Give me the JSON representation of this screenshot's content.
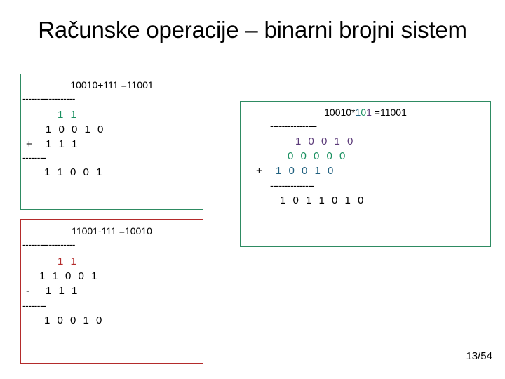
{
  "slide": {
    "title": "Računske operacije – binarni brojni sistem",
    "page_number": "13/54",
    "background_color": "#ffffff",
    "text_color": "#000000"
  },
  "colors": {
    "box_green_border": "#2e8b62",
    "box_red_border": "#b42b2b",
    "carry_green": "#1a9060",
    "carry_red": "#b42b2b",
    "digit_purple": "#5b3a79",
    "digit_green": "#1a9060",
    "digit_blue": "#20607f",
    "digit_black": "#000000"
  },
  "boxes": {
    "addition": {
      "title": "10010+111 =11001",
      "border_color": "#2e8b62",
      "rule_top": "------------------",
      "rule_mid": "--------",
      "carry": "1 1",
      "carry_color": "#1a9060",
      "operand_1": "1 0 0 1 0",
      "operator": "+",
      "operand_2": "1 1 1",
      "result": "1 1 0 0 1"
    },
    "multiplication": {
      "title_prefix": "10010*",
      "title_d1": "1",
      "title_d2": "0",
      "title_d3": "1",
      "title_suffix": " =11001",
      "border_color": "#2e8b62",
      "rule_top": "----------------",
      "rule_mid": "---------------",
      "partial_1": "1 0 0 1 0",
      "partial_1_color": "#5b3a79",
      "partial_2": "0 0 0 0 0",
      "partial_2_color": "#1a9060",
      "operator": "+",
      "partial_3": "1 0 0 1 0",
      "partial_3_color": "#20607f",
      "result": "1 0 1 1 0 1 0"
    },
    "subtraction": {
      "title": "11001-111 =10010",
      "border_color": "#b42b2b",
      "rule_top": "------------------",
      "rule_mid": "--------",
      "carry": "1 1",
      "carry_color": "#b42b2b",
      "operand_1": "1 1 0 0 1",
      "operator": "-",
      "operand_2": "1 1 1",
      "result": "1 0 0 1 0"
    }
  }
}
